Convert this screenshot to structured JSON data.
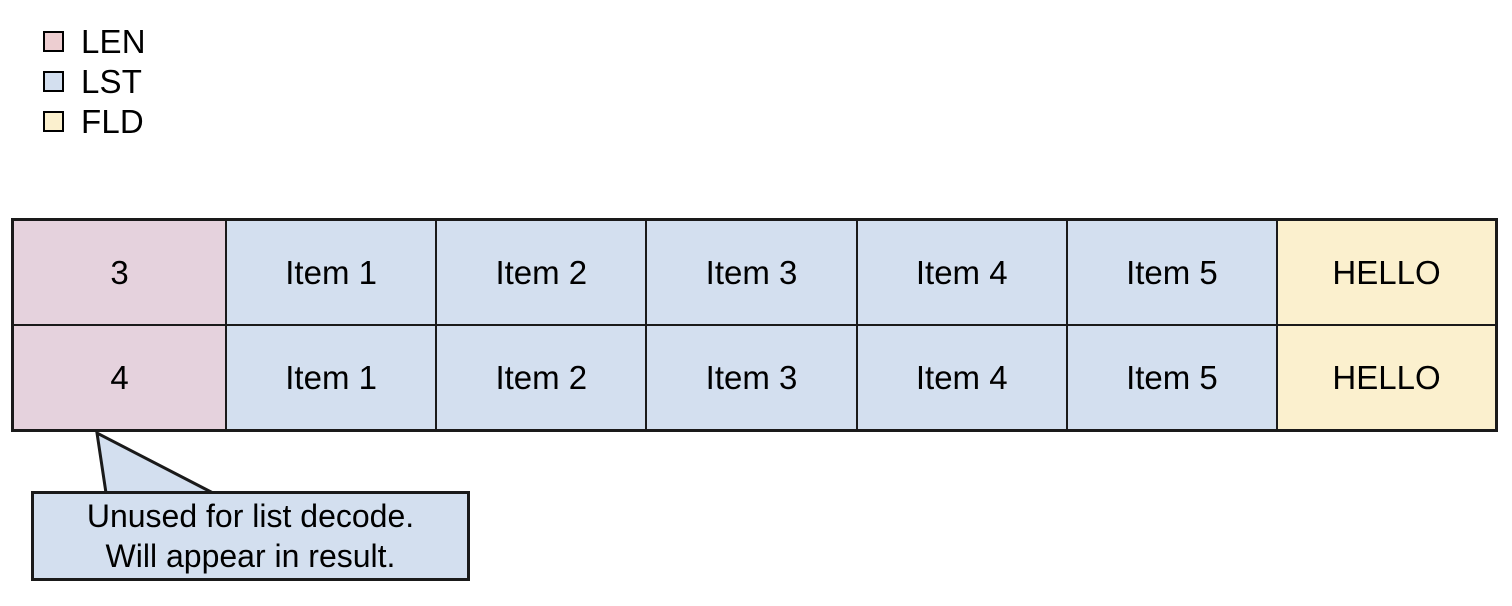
{
  "legend": {
    "items": [
      {
        "label": "LEN",
        "color": "#edced1",
        "swatch_icon": "color-swatch-icon"
      },
      {
        "label": "LST",
        "color": "#d3dfef",
        "swatch_icon": "color-swatch-icon"
      },
      {
        "label": "FLD",
        "color": "#fbf0ce",
        "swatch_icon": "color-swatch-icon"
      }
    ]
  },
  "table": {
    "colors": {
      "len_fill": "#e5d2dd",
      "lst_fill": "#d3dfef",
      "fld_fill": "#fbf0ce",
      "border": "#1a1a1a"
    },
    "rows": [
      {
        "len": "3",
        "list": [
          "Item 1",
          "Item 2",
          "Item 3",
          "Item 4",
          "Item 5"
        ],
        "field": "HELLO"
      },
      {
        "len": "4",
        "list": [
          "Item 1",
          "Item 2",
          "Item 3",
          "Item 4",
          "Item 5"
        ],
        "field": "HELLO"
      }
    ]
  },
  "callout": {
    "line1": "Unused for list decode.",
    "line2": "Will appear in result.",
    "fill": "#d3dfef",
    "border": "#1a1a1a"
  }
}
